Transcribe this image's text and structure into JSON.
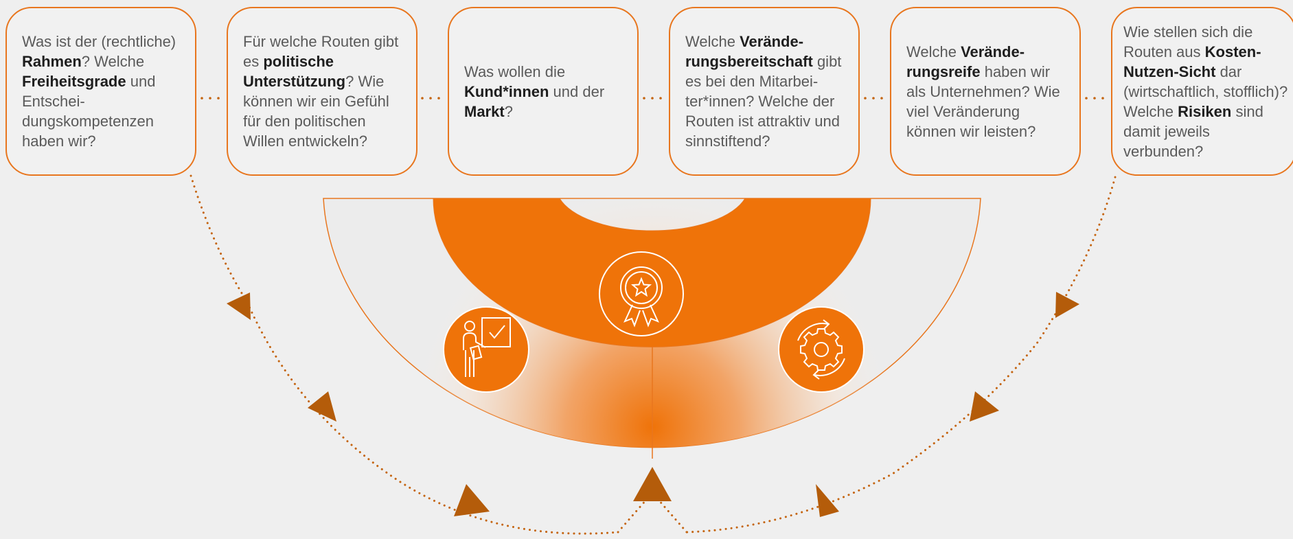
{
  "cards": [
    {
      "segments": [
        {
          "t": "Was ist der (recht­liche) ",
          "b": false
        },
        {
          "t": "Rahmen",
          "b": true
        },
        {
          "t": "? Welche ",
          "b": false
        },
        {
          "t": "Freiheits­grade",
          "b": true
        },
        {
          "t": " und Entschei­dungskompetenzen haben wir?",
          "b": false
        }
      ]
    },
    {
      "segments": [
        {
          "t": "Für welche Routen gibt es ",
          "b": false
        },
        {
          "t": "politische Unterstützung",
          "b": true
        },
        {
          "t": "? Wie können wir ein Gefühl für den politischen Willen entwickeln?",
          "b": false
        }
      ]
    },
    {
      "segments": [
        {
          "t": "Was wollen die ",
          "b": false
        },
        {
          "t": "Kund*innen",
          "b": true
        },
        {
          "t": " und der ",
          "b": false
        },
        {
          "t": "Markt",
          "b": true
        },
        {
          "t": "?",
          "b": false
        }
      ]
    },
    {
      "segments": [
        {
          "t": "Welche ",
          "b": false
        },
        {
          "t": "Verände­rungsbereitschaft",
          "b": true
        },
        {
          "t": " gibt es bei den Mitarbei­ter*innen? Welche der Routen ist attraktiv und sinnstiftend?",
          "b": false
        }
      ]
    },
    {
      "segments": [
        {
          "t": "Welche ",
          "b": false
        },
        {
          "t": "Verände­rungsreife",
          "b": true
        },
        {
          "t": " haben wir als Unternehmen? Wie viel Veränderung können wir leisten?",
          "b": false
        }
      ]
    },
    {
      "segments": [
        {
          "t": "Wie stellen sich die Routen aus ",
          "b": false
        },
        {
          "t": "Kosten-Nutzen-Sicht",
          "b": true
        },
        {
          "t": " dar (wirtschaftlich, stoff­lich)? Welche ",
          "b": false
        },
        {
          "t": "Risiken",
          "b": true
        },
        {
          "t": " sind damit jeweils verbunden?",
          "b": false
        }
      ]
    }
  ],
  "icons": [
    "presenter-icon",
    "award-icon",
    "gear-cycle-icon"
  ],
  "colors": {
    "accent": "#ef7309",
    "dots": "#c4640f",
    "arrow": "#b45c0a",
    "text": "#5a5a5a",
    "bold": "#1e1e1e",
    "background": "#efefef"
  }
}
